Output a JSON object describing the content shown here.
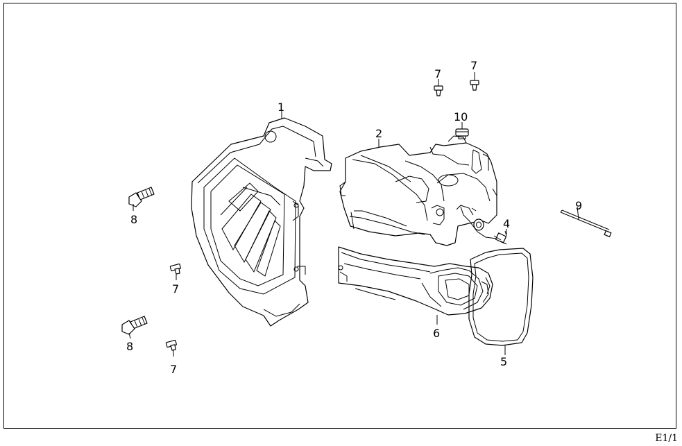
{
  "diagram": {
    "page_label": "E1/1",
    "callouts": {
      "c1": "1",
      "c2": "2",
      "c4": "4",
      "c5": "5",
      "c6": "6",
      "c7a": "7",
      "c7b": "7",
      "c7c": "7",
      "c7d": "7",
      "c8a": "8",
      "c8b": "8",
      "c9": "9",
      "c10": "10"
    },
    "colors": {
      "line": "#000000",
      "accent": "#33aacc"
    }
  }
}
